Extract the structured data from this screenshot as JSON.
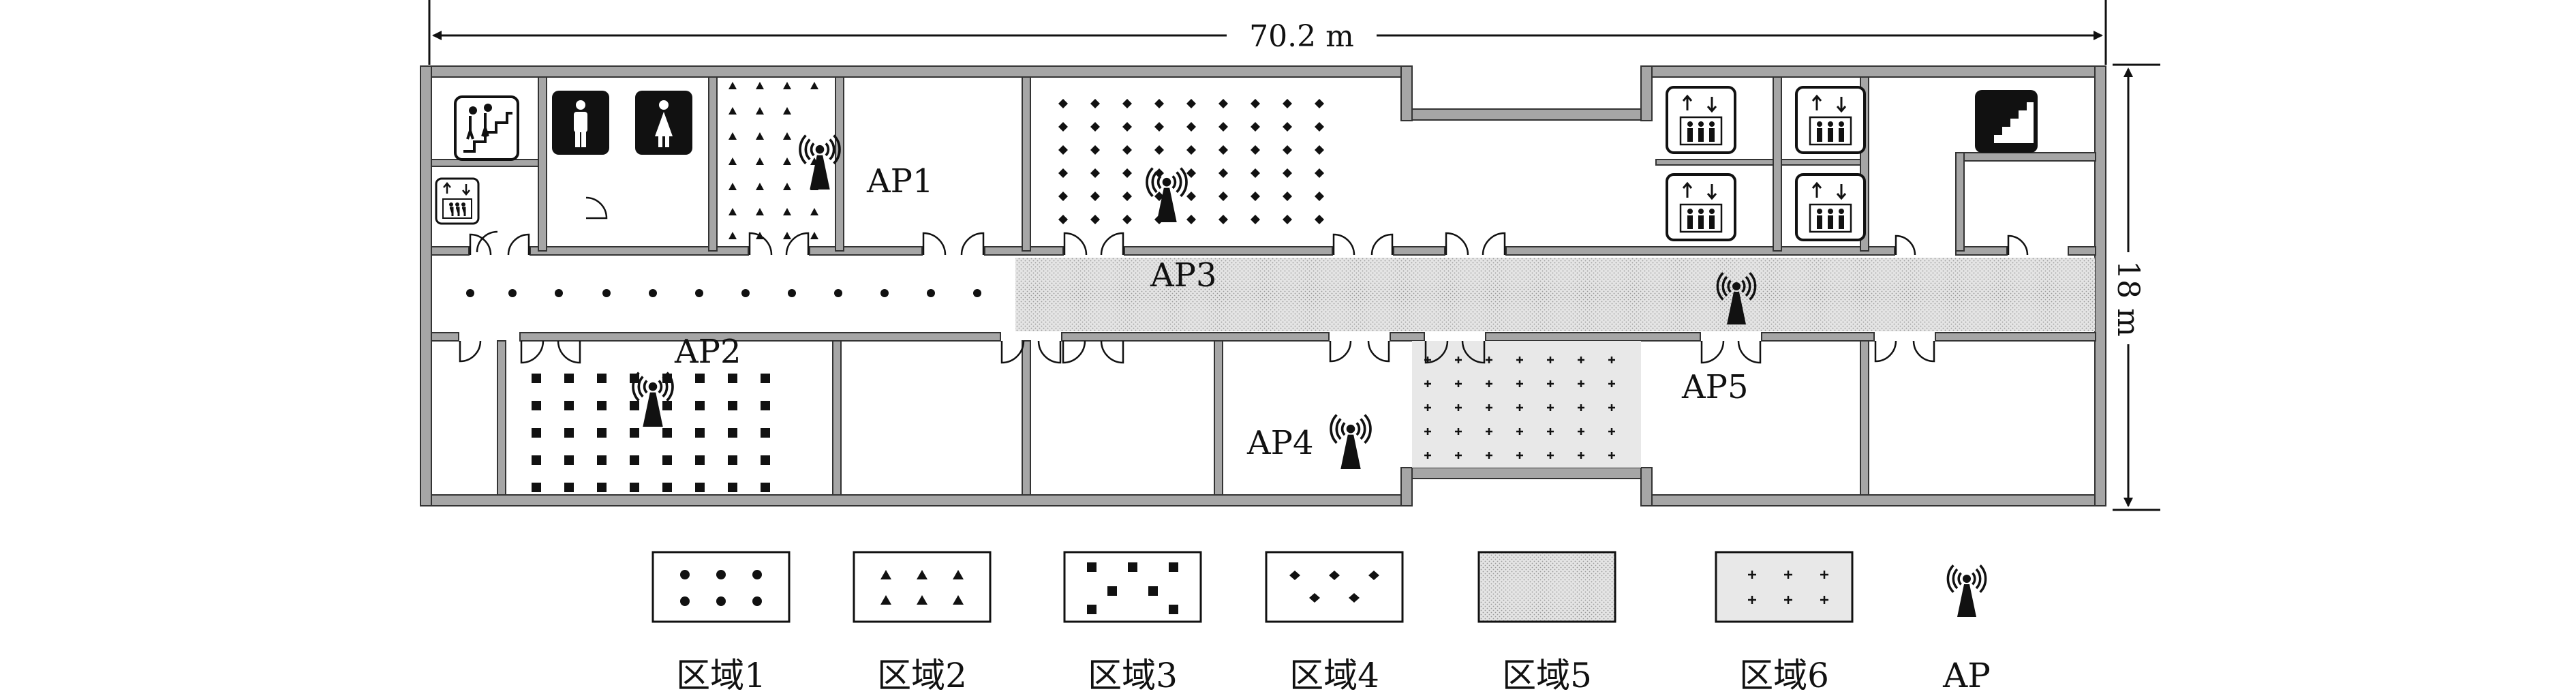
{
  "dimensions": {
    "width_label": "70.2 m",
    "height_label": "18 m"
  },
  "access_points": [
    {
      "id": "ap1",
      "label": "AP1"
    },
    {
      "id": "ap2",
      "label": "AP2"
    },
    {
      "id": "ap3",
      "label": "AP3"
    },
    {
      "id": "ap4",
      "label": "AP4"
    },
    {
      "id": "ap5",
      "label": "AP5"
    }
  ],
  "legend": [
    {
      "id": "zone1",
      "label": "区域1",
      "pattern": "circles"
    },
    {
      "id": "zone2",
      "label": "区域2",
      "pattern": "triangles"
    },
    {
      "id": "zone3",
      "label": "区域3",
      "pattern": "squares"
    },
    {
      "id": "zone4",
      "label": "区域4",
      "pattern": "diamonds"
    },
    {
      "id": "zone5",
      "label": "区域5",
      "pattern": "stipple"
    },
    {
      "id": "zone6",
      "label": "区域6",
      "pattern": "crosses"
    },
    {
      "id": "ap",
      "label": "AP",
      "pattern": "ap-icon"
    }
  ],
  "colors": {
    "wall_fill": "#a6a6a6",
    "wall_stroke": "#333333",
    "zone5_fill": "#dcdcdc",
    "zone6_fill": "#e8e8e8",
    "icon_dark": "#111111"
  }
}
